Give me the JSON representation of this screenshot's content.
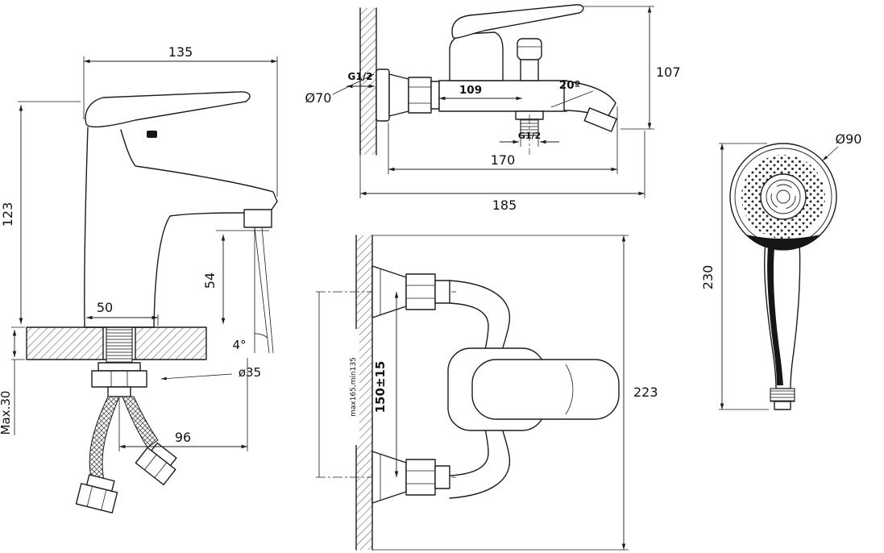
{
  "drawing": {
    "background_color": "#ffffff",
    "line_color": "#1c1c1c",
    "views": {
      "basin_mixer": {
        "dimensions": {
          "overall_width": "135",
          "overall_height": "123",
          "base_width": "50",
          "spout_to_deck_height": "54",
          "stream_angle": "4°",
          "mounting_hole_diameter": "ø35",
          "hose_reach": "96",
          "deck_thickness": "Max.30"
        }
      },
      "bath_mixer_side": {
        "dimensions": {
          "escutcheon_diameter": "Ø70",
          "inlet_thread": "G1/2",
          "wall_to_diverter": "109",
          "spout_angle": "20º",
          "overall_height": "107",
          "shower_outlet_thread": "G1/2",
          "spout_reach": "170",
          "overall_depth": "185"
        }
      },
      "bath_mixer_front": {
        "dimensions": {
          "inlet_centres": "150±15",
          "inlet_centres_range": "max165,min135",
          "overall_height": "223"
        }
      },
      "hand_shower": {
        "dimensions": {
          "head_diameter": "Ø90",
          "overall_length": "230"
        }
      }
    }
  }
}
